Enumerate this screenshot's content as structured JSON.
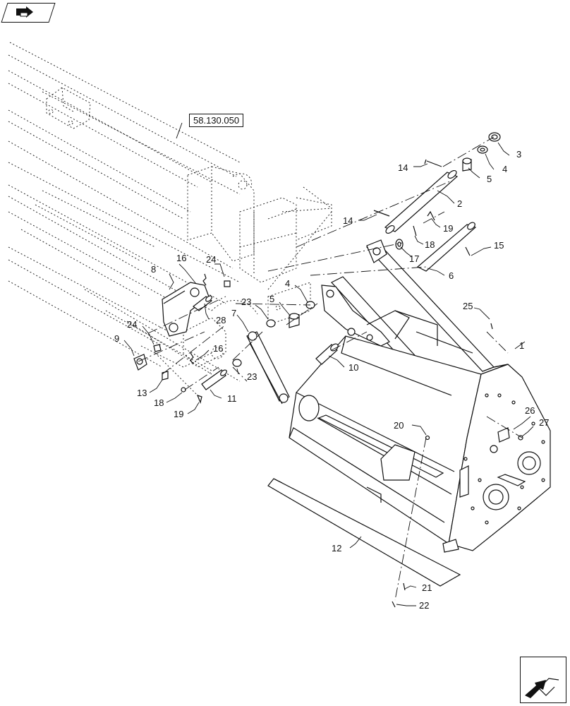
{
  "reference_box": {
    "label": "58.130.050"
  },
  "callouts": {
    "c1": "1",
    "c2": "2",
    "c3": "3",
    "c4a": "4",
    "c4b": "4",
    "c5a": "5",
    "c5b": "5",
    "c6": "6",
    "c7": "7",
    "c8": "8",
    "c9": "9",
    "c10": "10",
    "c11": "11",
    "c12": "12",
    "c13": "13",
    "c14a": "14",
    "c14b": "14",
    "c15": "15",
    "c16a": "16",
    "c16b": "16",
    "c17": "17",
    "c18a": "18",
    "c18b": "18",
    "c19a": "19",
    "c19b": "19",
    "c20": "20",
    "c21": "21",
    "c22": "22",
    "c23a": "23",
    "c23b": "23",
    "c24a": "24",
    "c24b": "24",
    "c25": "25",
    "c26": "26",
    "c27": "27",
    "c28": "28"
  },
  "icons": {
    "top_left": "back-arrow-icon",
    "bottom_right": "next-page-arrow-icon"
  },
  "colors": {
    "line": "#111111",
    "background": "#ffffff"
  }
}
